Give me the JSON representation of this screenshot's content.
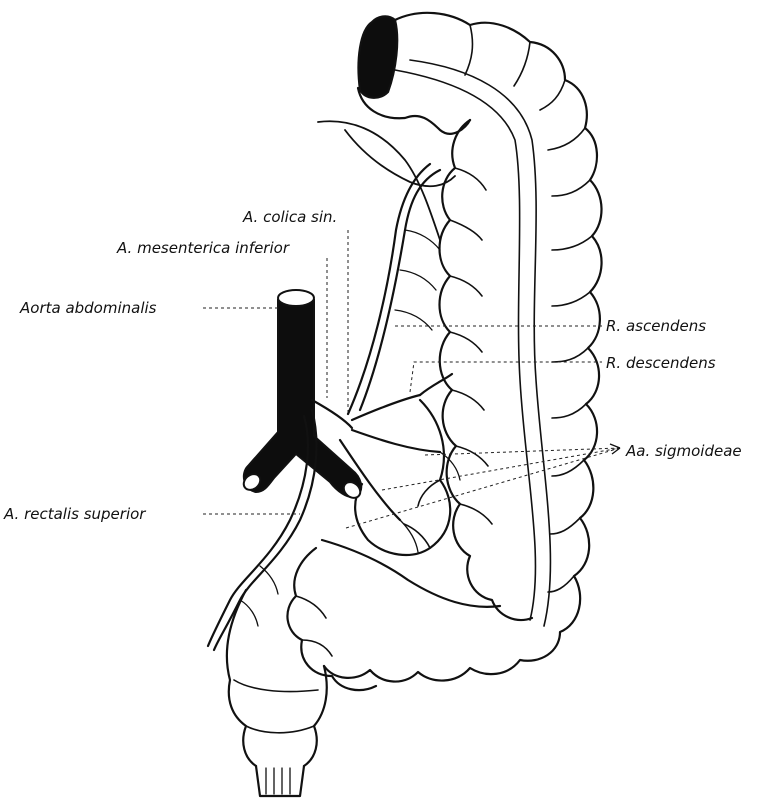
{
  "colors": {
    "ink": "#111111",
    "background": "#ffffff",
    "vessel_fill": "#0d0d0d"
  },
  "labels": {
    "colica_sin": "A. colica sin.",
    "mesenterica_inferior": "A. mesenterica inferior",
    "aorta_abdominalis": "Aorta abdominalis",
    "rectalis_superior": "A. rectalis superior",
    "r_ascendens": "R. ascendens",
    "r_descendens": "R. descendens",
    "aa_sigmoideae": "Aa. sigmoideae"
  }
}
